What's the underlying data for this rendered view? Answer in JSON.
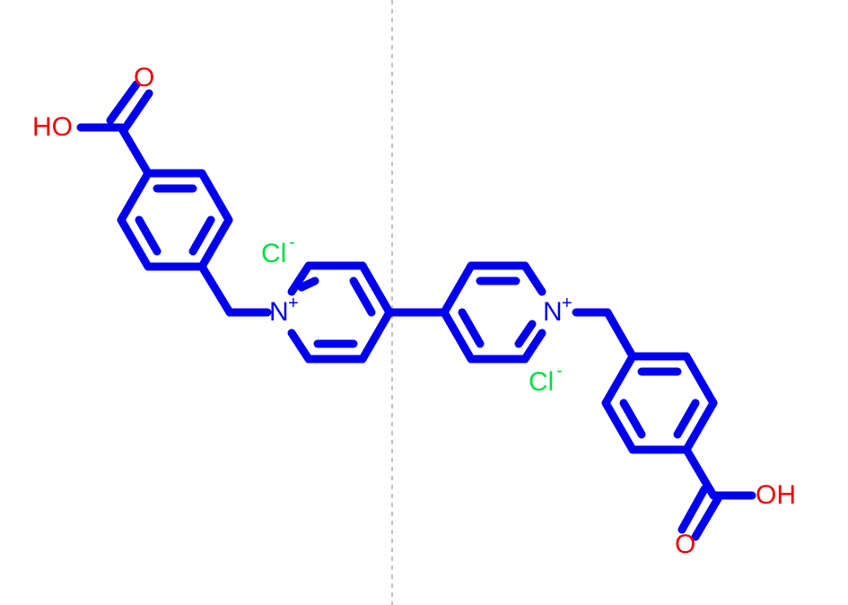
{
  "colors": {
    "bond": "#0000ee",
    "nitrogen": "#0000ee",
    "oxygen": "#ee0000",
    "chlorine": "#00dd44",
    "divider": "#999999"
  },
  "atoms": {
    "ho_left": "HO",
    "o_left": "O",
    "n_left": "N",
    "n_left_charge": "+",
    "cl_left": "Cl",
    "cl_left_charge": "-",
    "n_right": "N",
    "n_right_charge": "+",
    "cl_right": "Cl",
    "cl_right_charge": "-",
    "oh_right": "OH",
    "o_right": "O"
  }
}
